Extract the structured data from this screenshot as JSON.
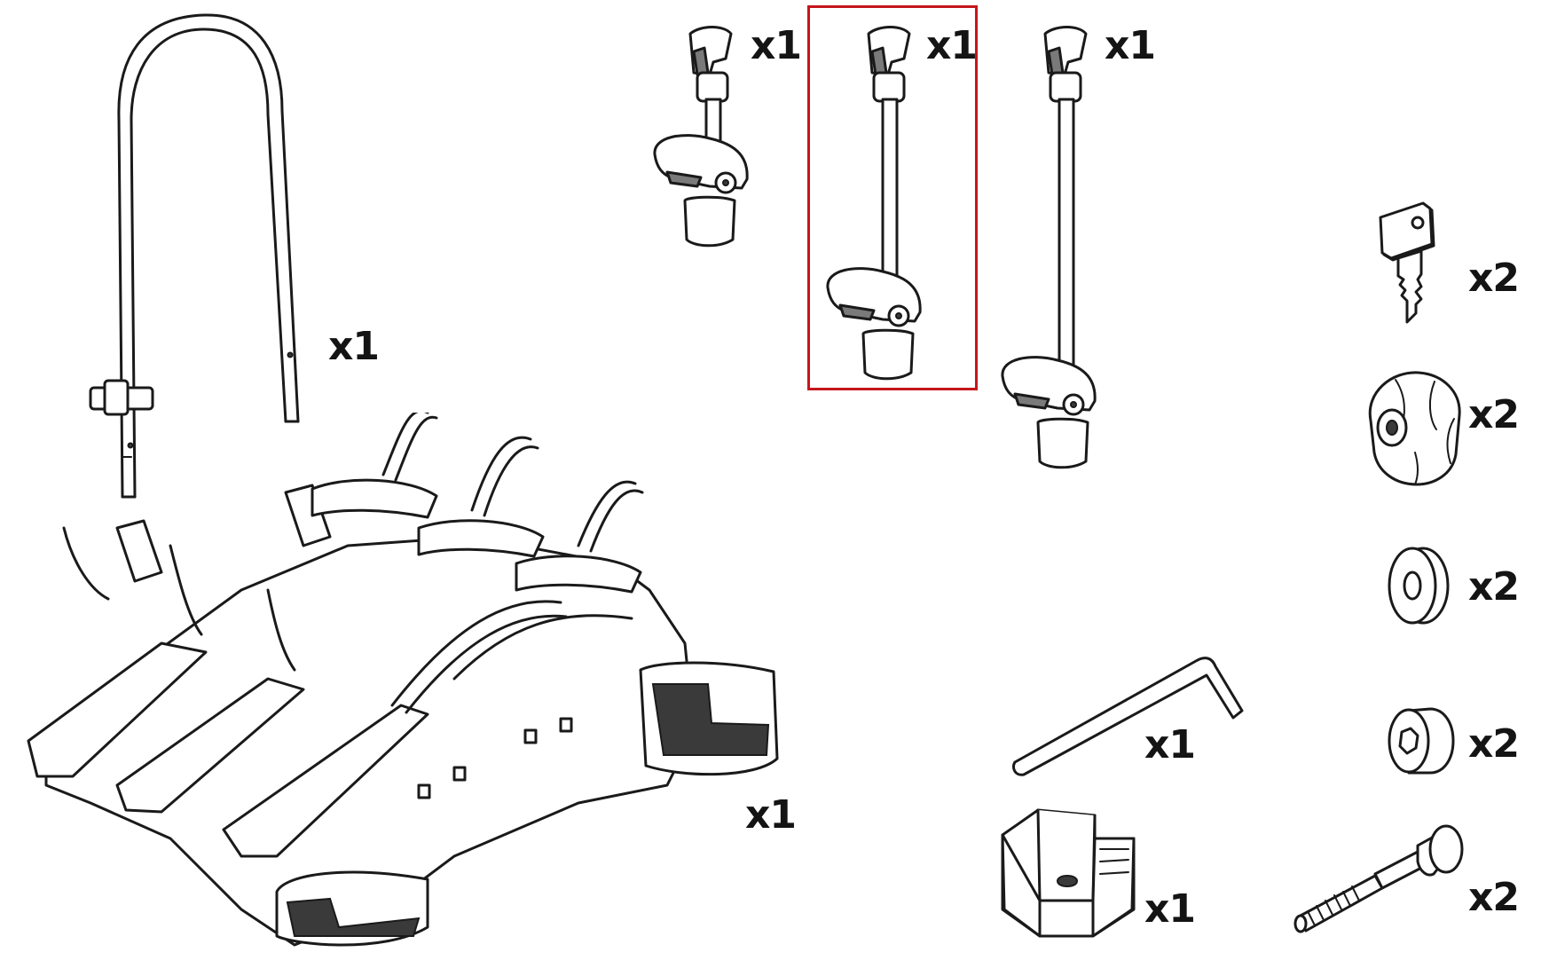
{
  "parts": [
    {
      "id": "frame-bar",
      "qty": "x1"
    },
    {
      "id": "arm-short",
      "qty": "x1"
    },
    {
      "id": "arm-medium",
      "qty": "x1",
      "highlighted": true
    },
    {
      "id": "arm-long",
      "qty": "x1"
    },
    {
      "id": "key",
      "qty": "x2"
    },
    {
      "id": "knob",
      "qty": "x2"
    },
    {
      "id": "washer",
      "qty": "x2"
    },
    {
      "id": "spacer",
      "qty": "x2"
    },
    {
      "id": "bike-carrier",
      "qty": "x1"
    },
    {
      "id": "allen-key",
      "qty": "x1"
    },
    {
      "id": "holder",
      "qty": "x1"
    },
    {
      "id": "bolt",
      "qty": "x2"
    }
  ],
  "colors": {
    "highlight": "#c4161c",
    "line": "#1a1a1a",
    "fill": "#ffffff",
    "shade": "#7a7a7a"
  },
  "icons": [
    "frame-bar-icon",
    "arm-icon",
    "key-icon",
    "knob-icon",
    "washer-icon",
    "spacer-icon",
    "carrier-icon",
    "allen-key-icon",
    "holder-icon",
    "bolt-icon"
  ]
}
